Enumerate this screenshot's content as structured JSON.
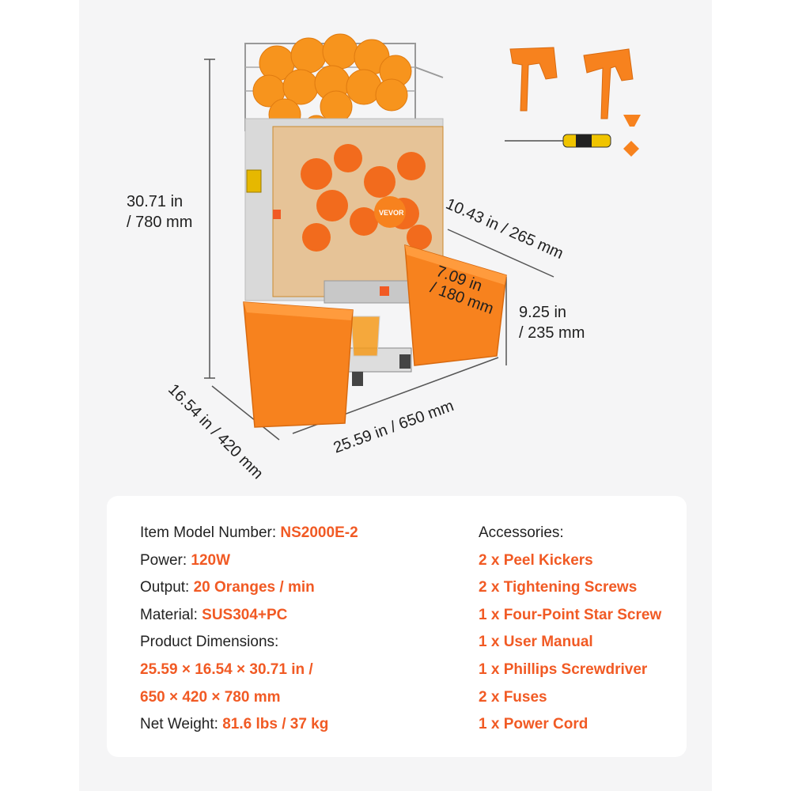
{
  "brand": {
    "logo_text": "VEVOR",
    "accent": "#f15a24",
    "orange": "#f7821e"
  },
  "dimensions": {
    "height": [
      "30.71 in",
      "/ 780 mm"
    ],
    "depth_top": "10.43 in / 265 mm",
    "bucket_depth": [
      "7.09 in",
      "/ 180 mm"
    ],
    "bucket_height": [
      "9.25  in",
      "/ 235 mm"
    ],
    "width": "25.59  in / 650 mm",
    "depth": "16.54  in / 420 mm"
  },
  "specs": [
    {
      "label": "Item Model Number: ",
      "value": "NS2000E-2"
    },
    {
      "label": "Power: ",
      "value": "120W"
    },
    {
      "label": "Output: ",
      "value": "20 Oranges / min"
    },
    {
      "label": "Material: ",
      "value": "SUS304+PC"
    },
    {
      "label": "Product Dimensions:",
      "value": ""
    },
    {
      "label": "",
      "value": "25.59 × 16.54 × 30.71 in /"
    },
    {
      "label": "",
      "value": "650 × 420 × 780 mm"
    },
    {
      "label": "Net Weight: ",
      "value": "81.6 lbs / 37 kg"
    }
  ],
  "accessories": {
    "title": "Accessories:",
    "items": [
      "2 x Peel Kickers",
      "2 x Tightening Screws",
      "1 x Four-Point Star Screw",
      "1 x User Manual",
      "1 x Phillips Screwdriver",
      "2 x Fuses",
      "1 x Power Cord"
    ]
  }
}
